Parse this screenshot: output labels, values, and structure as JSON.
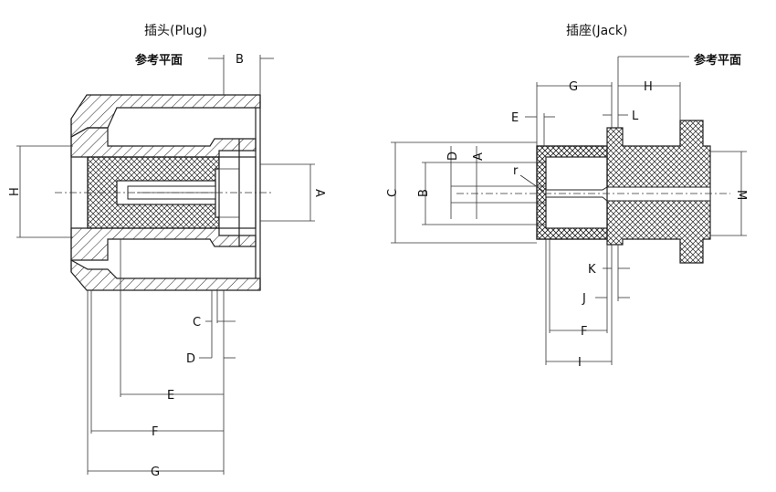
{
  "plug": {
    "title": "插头(Plug)",
    "reference_plane": "参考平面",
    "dims": {
      "A": "A",
      "B": "B",
      "C": "C",
      "D": "D",
      "E": "E",
      "F": "F",
      "G": "G",
      "H": "H"
    }
  },
  "jack": {
    "title": "插座(Jack)",
    "reference_plane": "参考平面",
    "dims": {
      "A": "A",
      "B": "B",
      "C": "C",
      "D": "D",
      "E": "E",
      "F": "F",
      "G": "G",
      "H": "H",
      "I": "I",
      "J": "J",
      "K": "K",
      "L": "L",
      "M": "M",
      "r": "r"
    }
  }
}
